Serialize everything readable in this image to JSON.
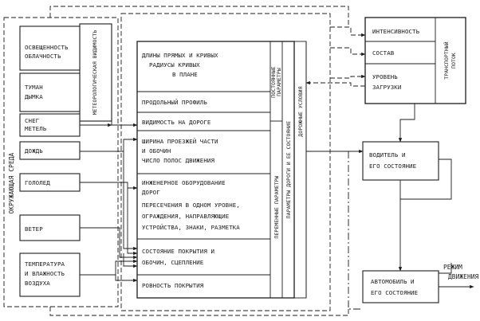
{
  "diagram": {
    "environment": {
      "side_label": "ОКРУЖАЮЩАЯ СРЕДА",
      "meteo_label": "МЕТЕОРОЛОГИЧЕСКАЯ ВИДИМОСТЬ",
      "items": {
        "overcast": [
          "ОСВЕЩЕННОСТЬ",
          "ОБЛАЧНОСТЬ"
        ],
        "fog": [
          "ТУМАН",
          "ДЫМКА"
        ],
        "snow": [
          "СНЕГ",
          "МЕТЕЛЬ"
        ],
        "rain": [
          "ДОЖДЬ"
        ],
        "ice": [
          "ГОЛОЛЕД"
        ],
        "wind": [
          "ВЕТЕР"
        ],
        "temperature": [
          "ТЕМПЕРАТУРА",
          "И ВЛАЖНОСТЬ",
          "ВОЗДУХА"
        ]
      }
    },
    "road": {
      "permanent_label": [
        "ПОСТОЯННЫЕ",
        "ПАРАМЕТРЫ"
      ],
      "variable_label": "ПЕРЕМЕННЫЕ ПАРАМЕТРЫ",
      "road_params_label": "ПАРАМЕТРЫ ДОРОГИ И ЕЕ СОСТОЯНИЕ",
      "road_conditions_label": "ДОРОЖНЫЕ УСЛОВИЯ",
      "rows": {
        "plan": [
          "ДЛИНЫ ПРЯМЫХ И КРИВЫХ",
          "РАДИУСЫ КРИВЫХ",
          "В ПЛАНЕ"
        ],
        "profile": [
          "ПРОДОЛЬНЫЙ ПРОФИЛЬ"
        ],
        "visibility": [
          "ВИДИМОСТЬ НА ДОРОГЕ"
        ],
        "width": [
          "ШИРИНА ПРОЕЗЖЕЙ ЧАСТИ",
          "И ОБОЧИН",
          "ЧИСЛО ПОЛОС ДВИЖЕНИЯ"
        ],
        "equipment": [
          "ИНЖЕНЕРНОЕ ОБОРУДОВАНИЕ",
          "ДОРОГ",
          "ПЕРЕСЕЧЕНИЯ В ОДНОМ УРОВНЕ,",
          "ОГРАЖДЕНИЯ, НАПРАВЛЯЮЩИЕ",
          "УСТРОЙСТВА, ЗНАКИ, РАЗМЕТКА"
        ],
        "surface": [
          "СОСТОЯНИЕ ПОКРЫТИЯ И",
          "ОБОЧИН, СЦЕПЛЕНИЕ"
        ],
        "evenness": [
          "РОВНОСТЬ ПОКРЫТИЯ"
        ]
      }
    },
    "traffic": {
      "side_label": [
        "ТРАНСПОРТНЫЙ",
        "ПОТОК"
      ],
      "intensity": [
        "ИНТЕНСИВНОСТЬ"
      ],
      "composition": [
        "СОСТАВ"
      ],
      "load": [
        "УРОВЕНЬ",
        "ЗАГРУЗКИ"
      ]
    },
    "driver": [
      "ВОДИТЕЛЬ И",
      "ЕГО СОСТОЯНИЕ"
    ],
    "car": [
      "АВТОМОБИЛЬ И",
      "ЕГО СОСТОЯНИЕ"
    ],
    "mode": [
      "РЕЖИМ",
      "ДВИЖЕНИЯ"
    ]
  }
}
